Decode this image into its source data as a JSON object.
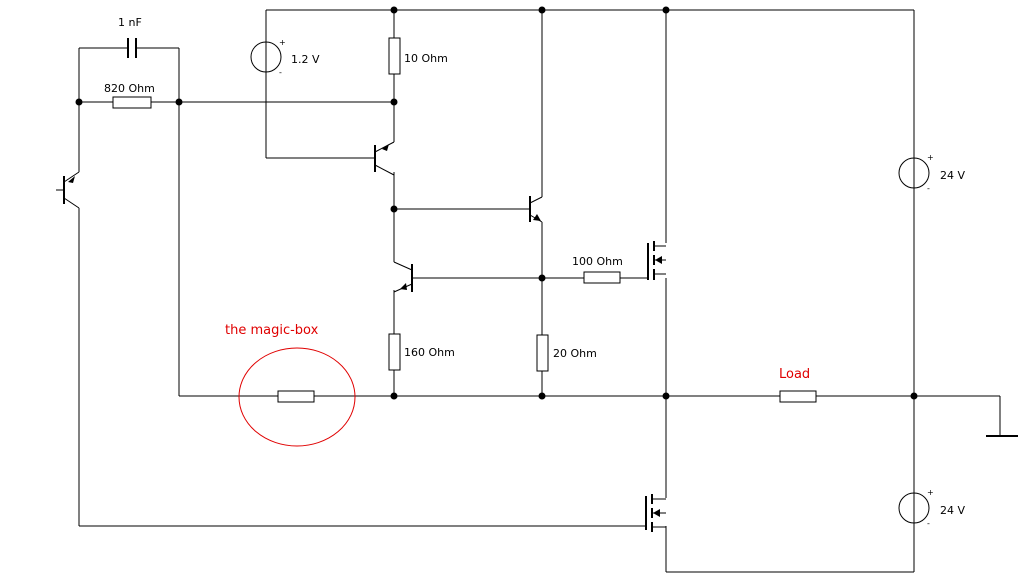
{
  "components": {
    "cap_label": "1 nF",
    "r_feedback": "820 Ohm",
    "vsrc_bias": "1.2 V",
    "r_top": "10 Ohm",
    "r_gate": "100 Ohm",
    "r_mid": "160 Ohm",
    "r_sense": "20 Ohm",
    "vsrc_pos": "24 V",
    "vsrc_neg": "24 V"
  },
  "annotations": {
    "magic_box": "the magic-box",
    "load": "Load"
  },
  "polarity": {
    "plus": "+",
    "minus": "-"
  },
  "colors": {
    "wire": "#000000",
    "annotation": "#e00000"
  }
}
